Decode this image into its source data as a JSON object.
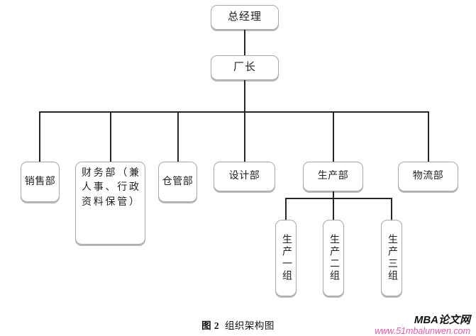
{
  "figure": {
    "caption_prefix": "图 2",
    "caption_title": "组织架构图",
    "type": "organization-chart"
  },
  "chart_data": {
    "type": "diagram",
    "title": "组织架构图",
    "levels": [
      {
        "level": 1,
        "nodes": [
          {
            "id": "gm",
            "label": "总经理"
          }
        ]
      },
      {
        "level": 2,
        "nodes": [
          {
            "id": "plant",
            "label": "厂长"
          }
        ]
      },
      {
        "level": 3,
        "nodes": [
          {
            "id": "sales",
            "label": "销售部"
          },
          {
            "id": "finance",
            "label": "财务部（兼人事、行政资料保管）"
          },
          {
            "id": "warehouse",
            "label": "仓管部"
          },
          {
            "id": "design",
            "label": "设计部"
          },
          {
            "id": "production",
            "label": "生产部"
          },
          {
            "id": "logistics",
            "label": "物流部"
          }
        ]
      },
      {
        "level": 4,
        "parent": "production",
        "nodes": [
          {
            "id": "grp1",
            "label": "生产一组"
          },
          {
            "id": "grp2",
            "label": "生产二组"
          },
          {
            "id": "grp3",
            "label": "生产三组"
          }
        ]
      }
    ]
  },
  "nodes": {
    "general_manager": "总经理",
    "plant_director": "厂长",
    "sales_dept": "销售部",
    "finance_dept": "财务部（兼人事、行政资料保管）",
    "warehouse_dept": "仓管部",
    "design_dept": "设计部",
    "production_dept": "生产部",
    "logistics_dept": "物流部",
    "production_group_1": "生产一组",
    "production_group_2": "生产二组",
    "production_group_3": "生产三组"
  },
  "watermark": {
    "brand": "MBA论文网",
    "url": "www.51mbalunwen.com",
    "url_color": "#e85aa8"
  },
  "colors": {
    "box_border": "#a8a8a8",
    "box_shadow": "#b9b9b9",
    "line": "#262626",
    "text": "#1f1f1f",
    "background": "#ffffff"
  }
}
